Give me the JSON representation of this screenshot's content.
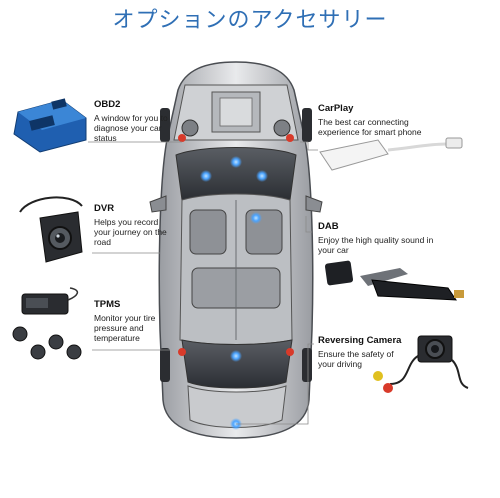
{
  "title": "オプションのアクセサリー",
  "accessories": {
    "obd2": {
      "name": "OBD2",
      "desc": "A window for you to diagnose your car status",
      "icon": "obd2-adapter-icon"
    },
    "dvr": {
      "name": "DVR",
      "desc": "Helps you record your journey on the road",
      "icon": "dash-camera-icon"
    },
    "tpms": {
      "name": "TPMS",
      "desc": "Monitor your tire pressure and temperature",
      "icon": "tire-sensor-icon"
    },
    "carplay": {
      "name": "CarPlay",
      "desc": "The best car connecting experience for smart phone",
      "icon": "usb-dongle-icon"
    },
    "dab": {
      "name": "DAB",
      "desc": "Enjoy the high quality sound in your car",
      "icon": "dab-receiver-icon"
    },
    "camera": {
      "name": "Reversing Camera",
      "desc": "Ensure the safety of your driving",
      "icon": "reverse-camera-icon"
    }
  },
  "colors": {
    "title": "#2f6fb5",
    "accent_dot": "#4aa3ff",
    "marker": "#d83a2a"
  }
}
